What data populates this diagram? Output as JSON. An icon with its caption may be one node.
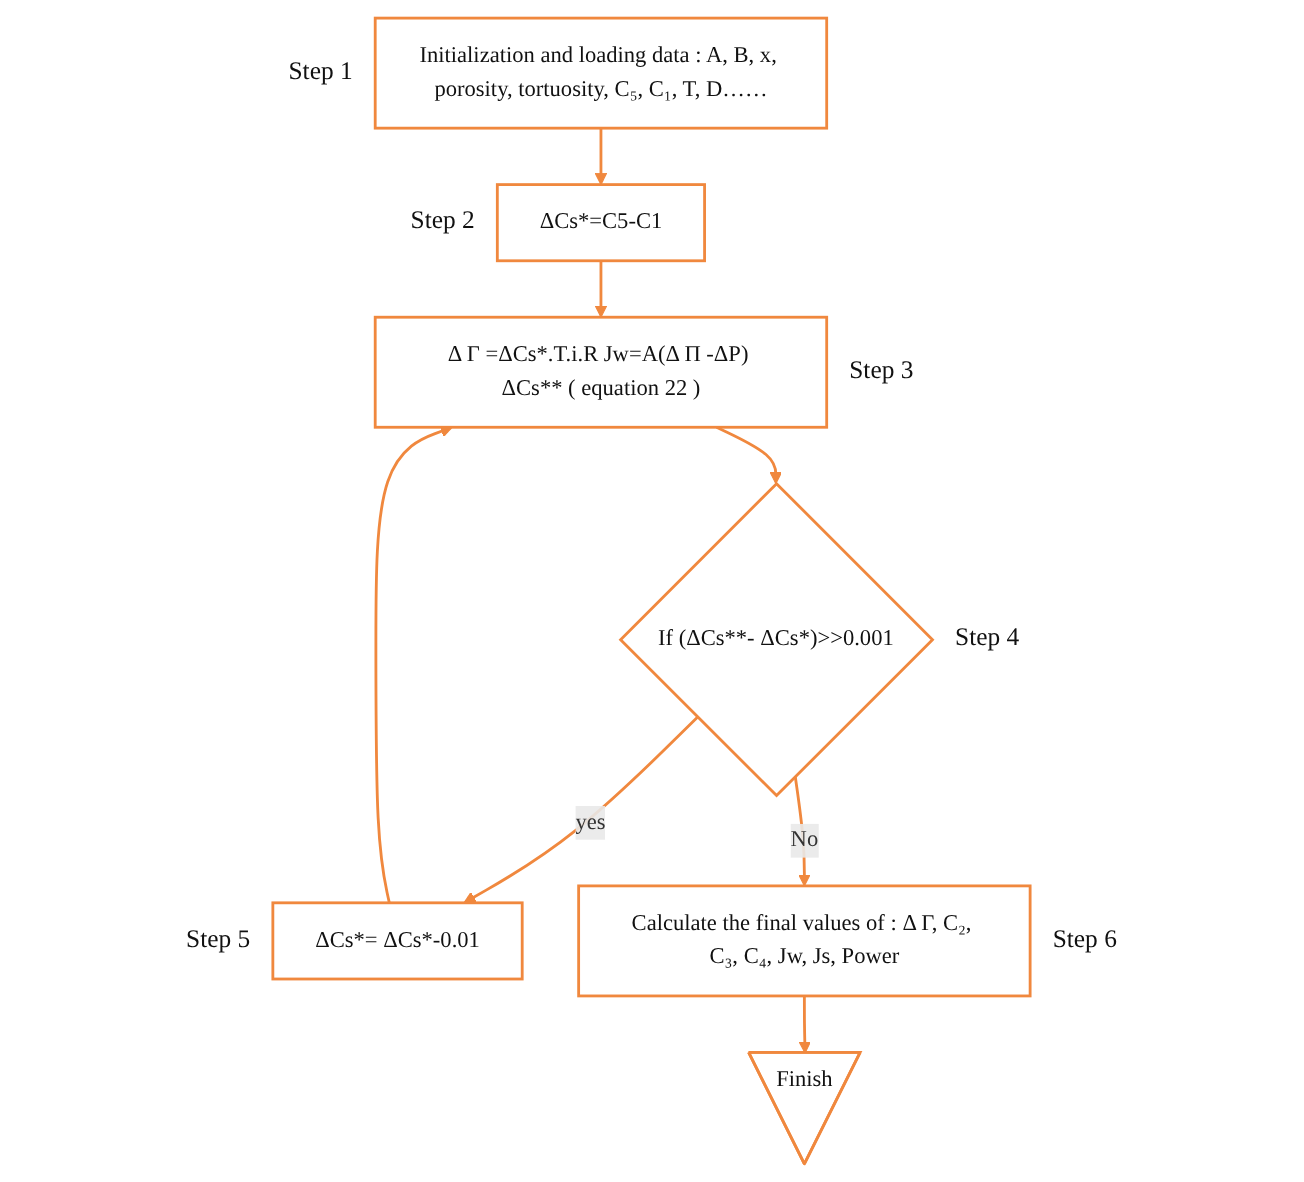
{
  "diagram": {
    "nodes": [
      {
        "text": [
          "Initialization and loading data : A, B, x, porosity, tortuosity, C₅, C₁, T, D……"
        ],
        "beside": [
          "Step 1"
        ]
      },
      {
        "text": [
          "ΔCs*=C5-C1"
        ],
        "beside": [
          "Step 2"
        ]
      },
      {
        "text": [
          "Δ Γ =ΔCs*.T.i.R Jw=A(Δ Π -ΔP) ΔCs** ( equation 22 )"
        ],
        "beside": [
          "Step 3"
        ]
      },
      {
        "text": [
          "If (ΔCs**- ΔCs*)>>0.001"
        ],
        "beside": [
          "Step 4"
        ]
      },
      {
        "text": [
          "ΔCs*= ΔCs*-0.01"
        ],
        "beside": [
          "Step 5"
        ]
      },
      {
        "text": [
          "Calculate the final values of : Δ Γ, C₂, C₃, C₄, Jw, Js, Power"
        ],
        "beside": [
          "Step 6"
        ]
      },
      {
        "text": [
          "Finish"
        ]
      }
    ],
    "edges": [
      {
        "from": 0,
        "to": 1,
        "arrow": "to"
      },
      {
        "from": 1,
        "to": 2,
        "arrow": "to"
      },
      {
        "from": 2,
        "to": 3,
        "arrow": "to"
      },
      {
        "from": 3,
        "to": 4,
        "arrow": "to",
        "label": "yes"
      },
      {
        "from": 4,
        "to": 2,
        "arrow": "to"
      },
      {
        "from": 3,
        "to": 5,
        "arrow": "to",
        "label": "No"
      },
      {
        "from": 5,
        "to": 6,
        "arrow": "to"
      }
    ]
  }
}
